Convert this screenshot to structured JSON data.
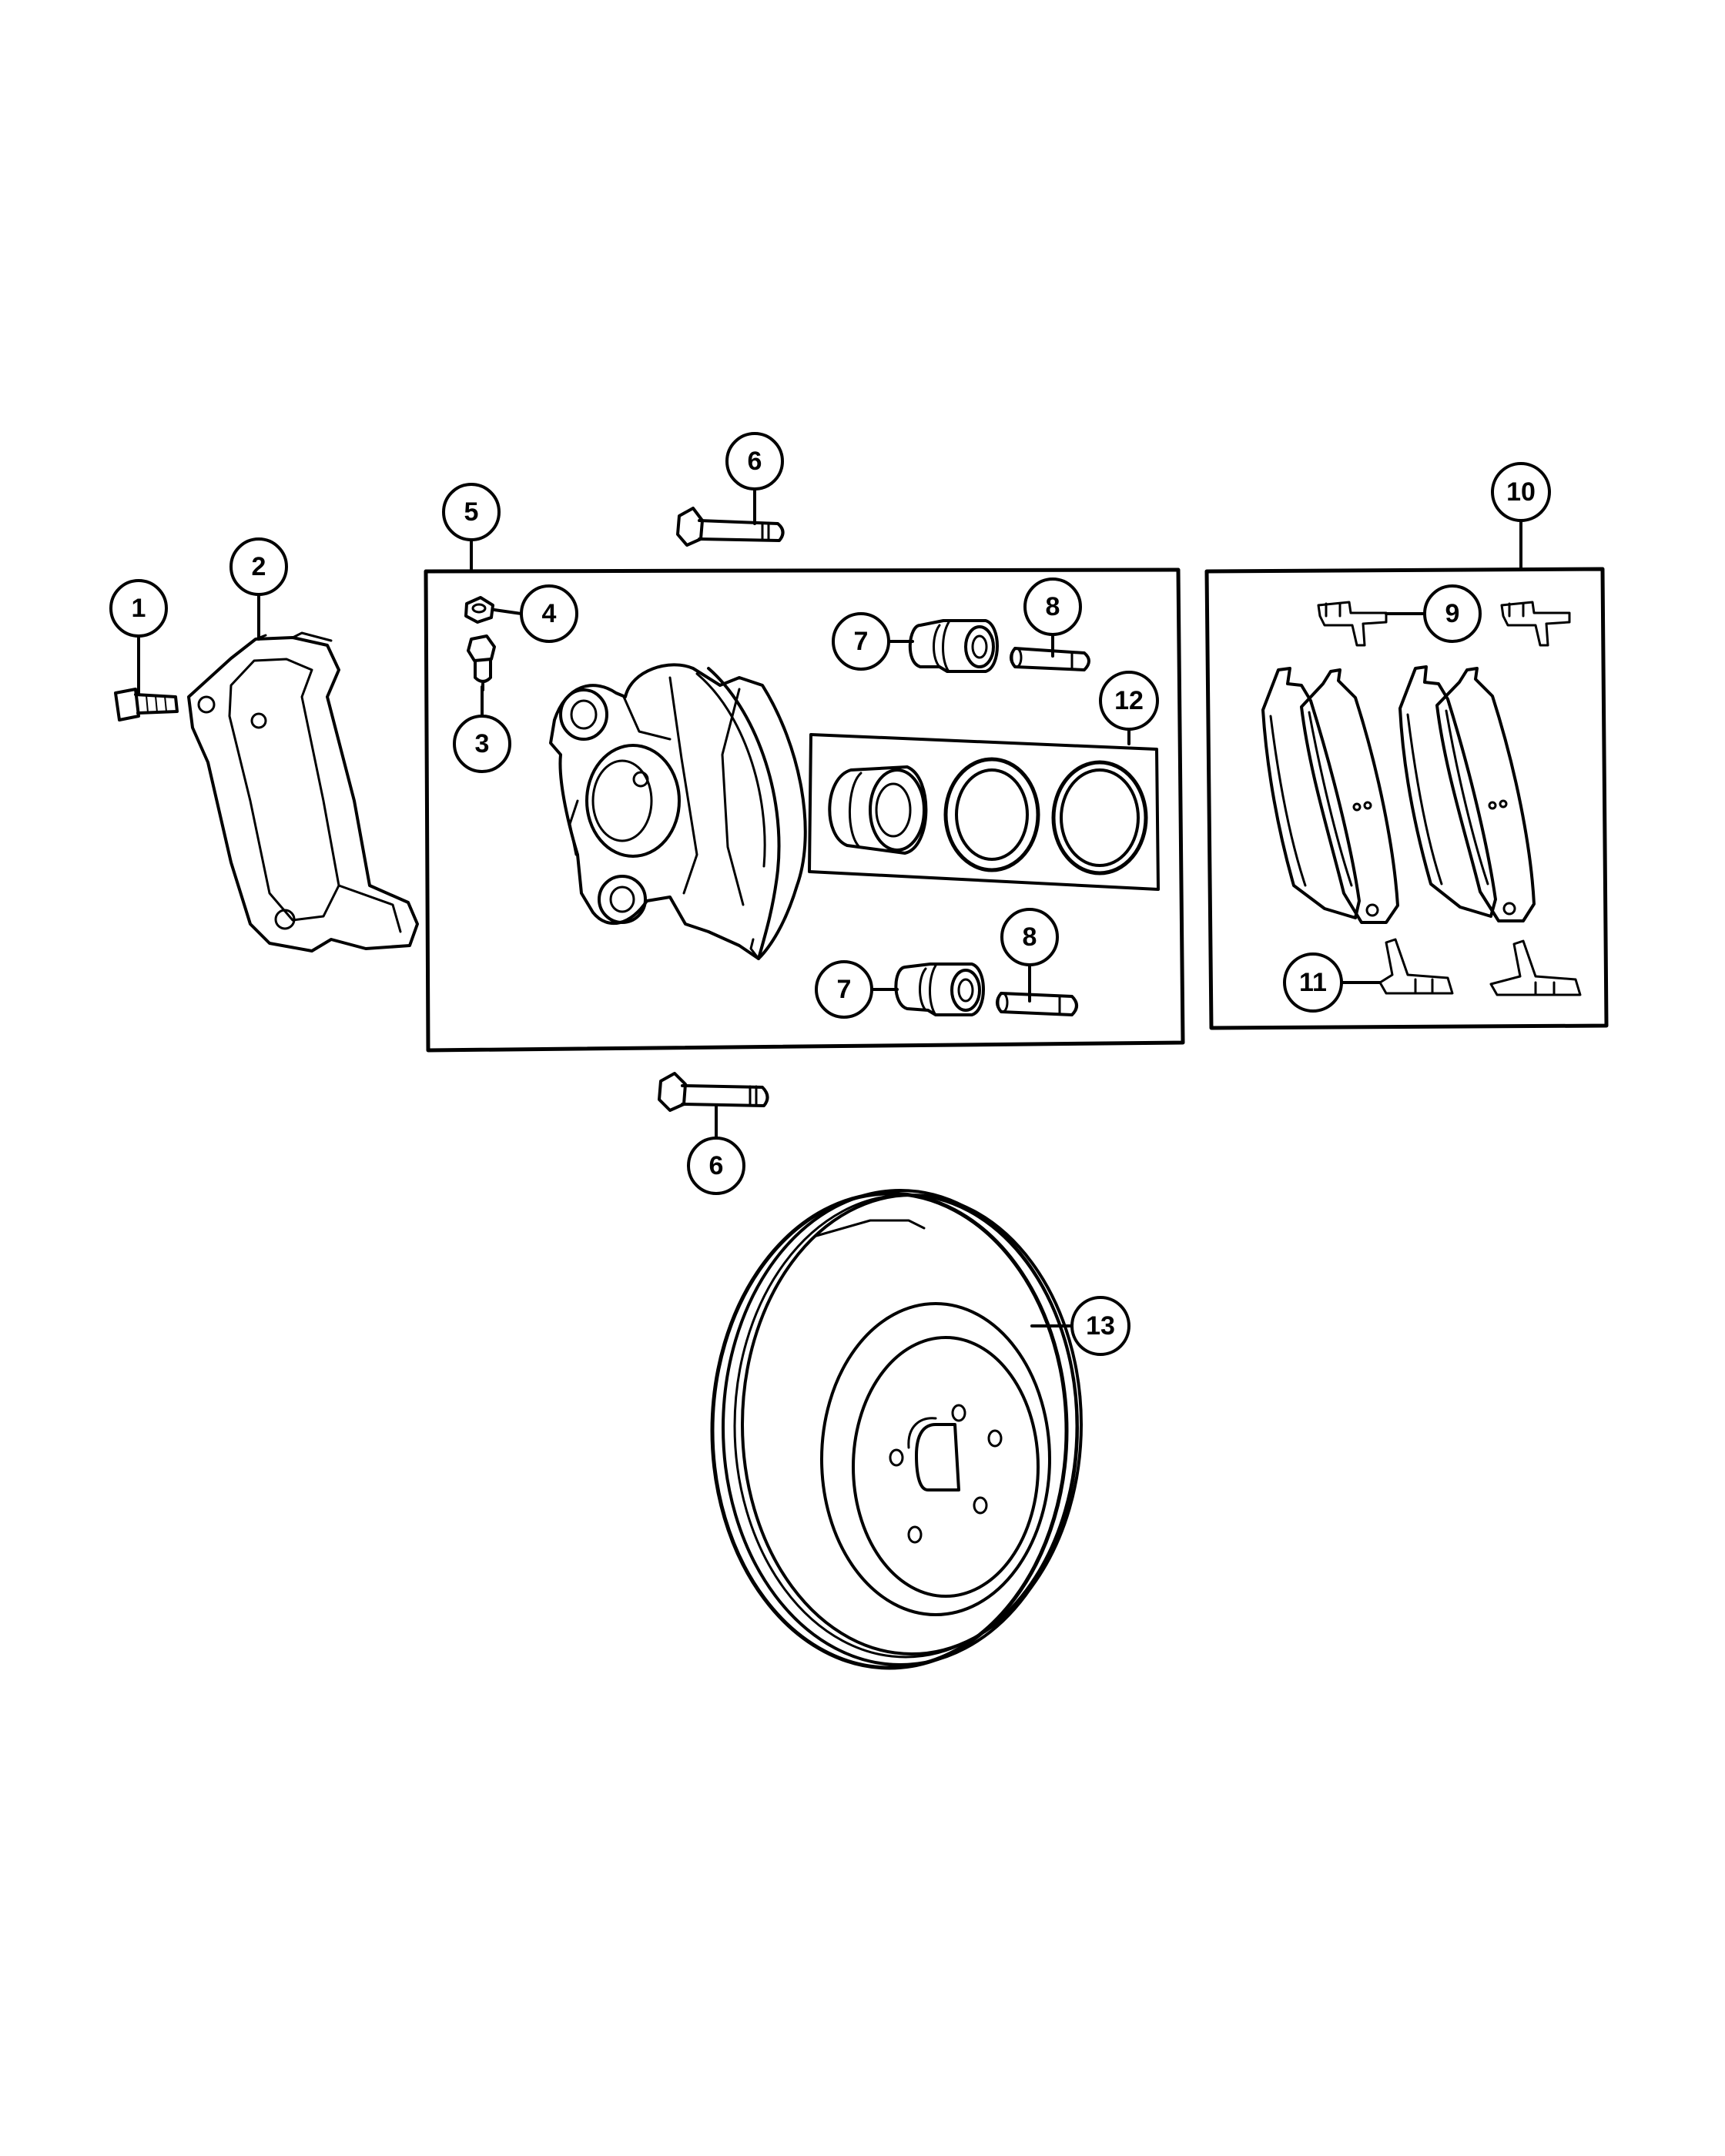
{
  "colors": {
    "ink": "#000000",
    "paper": "#ffffff"
  },
  "callouts": {
    "c1": "1",
    "c2": "2",
    "c3": "3",
    "c4": "4",
    "c5": "5",
    "c6_top": "6",
    "c6_bottom": "6",
    "c7_top": "7",
    "c7_bottom": "7",
    "c8_top": "8",
    "c8_bottom": "8",
    "c9": "9",
    "c10": "10",
    "c11": "11",
    "c12": "12",
    "c13": "13"
  }
}
